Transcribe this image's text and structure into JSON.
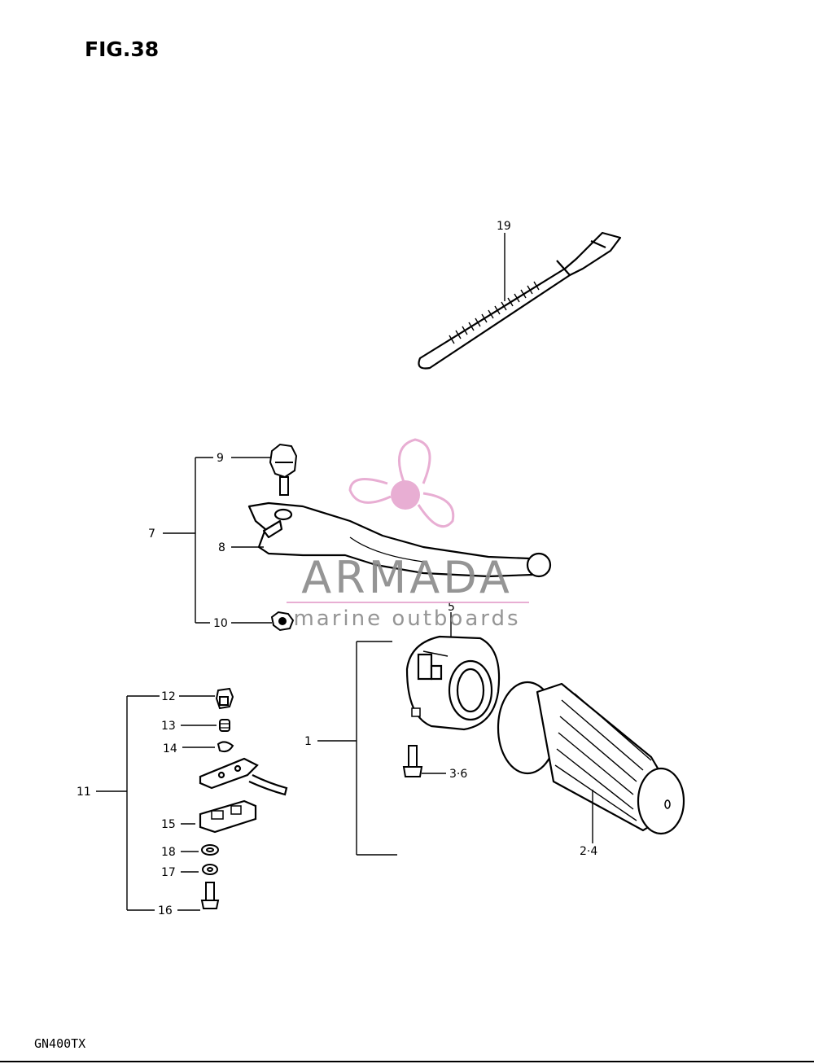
{
  "figure_title": "FIG.38",
  "model_code": "GN400TX",
  "callouts": {
    "p1": "1",
    "p2_4": "2·4",
    "p3_6": "3·6",
    "p5": "5",
    "p7": "7",
    "p8": "8",
    "p9": "9",
    "p10": "10",
    "p11": "11",
    "p12": "12",
    "p13": "13",
    "p14": "14",
    "p15": "15",
    "p16": "16",
    "p17": "17",
    "p18": "18",
    "p19": "19"
  },
  "watermark": {
    "brand": "ARMADA",
    "tagline": "marine outboards",
    "logo_color": "#e6a6cf",
    "text_color": "#8a8a8a"
  },
  "icons": {
    "logo": "propeller-icon"
  }
}
